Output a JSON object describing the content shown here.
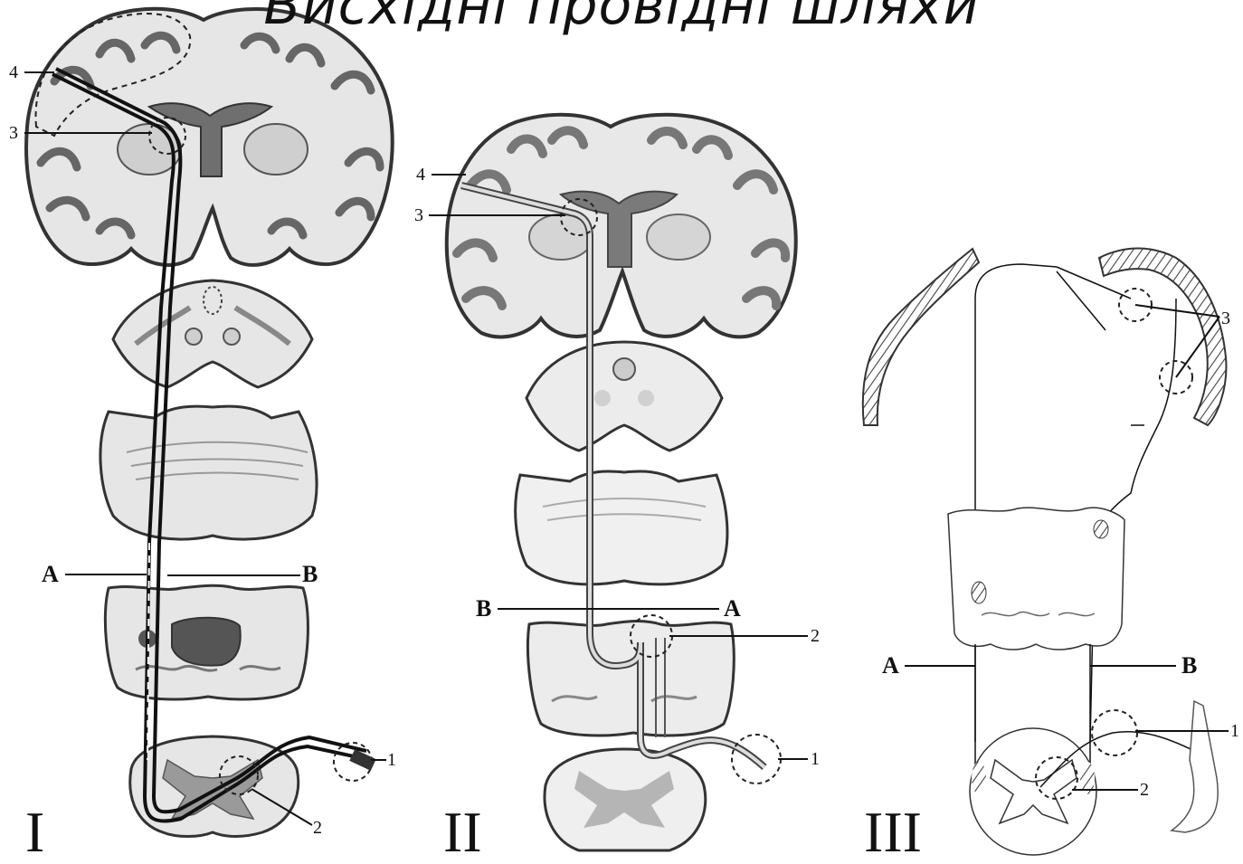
{
  "title": "Висхідні провідні шляхи",
  "panels": [
    {
      "numeral": "I",
      "labels": {
        "n1": "1",
        "n2": "2",
        "n3": "3",
        "n4": "4",
        "a": "A",
        "b": "B"
      }
    },
    {
      "numeral": "II",
      "labels": {
        "n1": "1",
        "n2": "2",
        "n3": "3",
        "n4": "4",
        "a": "A",
        "b": "B"
      }
    },
    {
      "numeral": "III",
      "labels": {
        "n1": "1",
        "n2": "2",
        "n3": "3",
        "a": "A",
        "b": "B"
      }
    }
  ],
  "colors": {
    "tissue": "#e2e2e2",
    "cortex": "#8a8a8a",
    "outline": "#333333",
    "pathway": "#1a1a1a",
    "pathway_light": "#bdbdbd"
  }
}
